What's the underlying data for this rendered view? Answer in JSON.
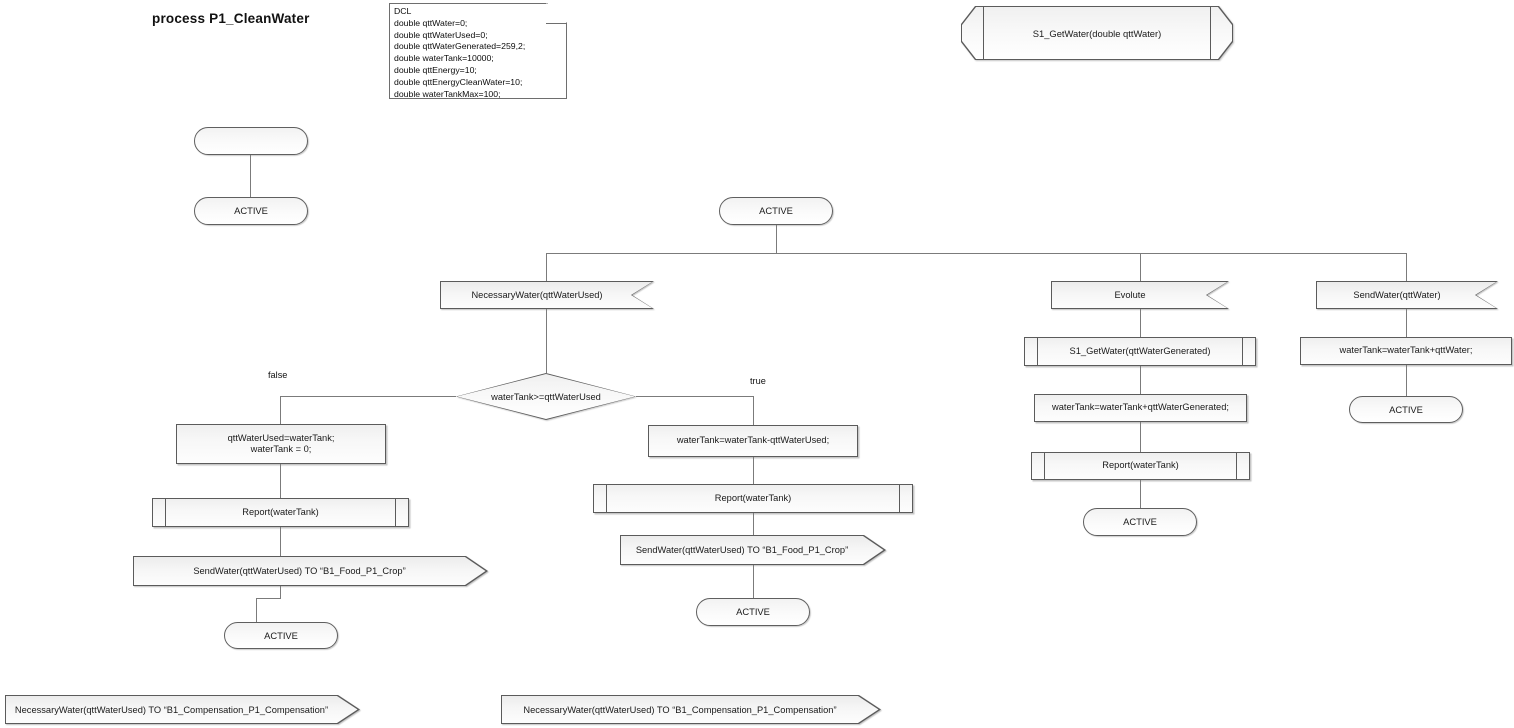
{
  "diagram": {
    "title": "process P1_CleanWater",
    "type": "SDL process diagram"
  },
  "declaration_note": {
    "header": "DCL",
    "lines": [
      "double qttWater=0;",
      "double qttWaterUsed=0;",
      "double qttWaterGenerated=259,2;",
      "double waterTank=10000;",
      "double qttEnergy=10;",
      "double qttEnergyCleanWater=10;",
      "double waterTankMax=100;"
    ],
    "text": "DCL\ndouble qttWater=0;\ndouble qttWaterUsed=0;\ndouble qttWaterGenerated=259,2;\ndouble waterTank=10000;\ndouble qttEnergy=10;\ndouble qttEnergyCleanWater=10;\ndouble waterTankMax=100;"
  },
  "procedure_declaration": {
    "label": "S1_GetWater(double qttWater)"
  },
  "left_stub": {
    "start_label": "",
    "state_label": "ACTIVE"
  },
  "main": {
    "start_state": "ACTIVE",
    "branches": {
      "necessary_water": {
        "input_signal": "NecessaryWater(qttWaterUsed)",
        "decision": "waterTank>=qttWaterUsed",
        "label_false": "false",
        "label_true": "true",
        "false_path": {
          "task": "qttWaterUsed=waterTank;\nwaterTank = 0;",
          "task_line1": "qttWaterUsed=waterTank;",
          "task_line2": "waterTank = 0;",
          "procedure": "Report(waterTank)",
          "output": "SendWater(qttWaterUsed) TO “B1_Food_P1_Crop”",
          "next_state": "ACTIVE"
        },
        "true_path": {
          "task": "waterTank=waterTank-qttWaterUsed;",
          "procedure": "Report(waterTank)",
          "output": "SendWater(qttWaterUsed) TO “B1_Food_P1_Crop”",
          "next_state": "ACTIVE"
        }
      },
      "evolute": {
        "input_signal": "Evolute",
        "procedure_call": "S1_GetWater(qttWaterGenerated)",
        "task": "waterTank=waterTank+qttWaterGenerated;",
        "procedure": "Report(waterTank)",
        "next_state": "ACTIVE"
      },
      "send_water": {
        "input_signal": "SendWater(qttWater)",
        "task": "waterTank=waterTank+qttWater;",
        "next_state": "ACTIVE"
      }
    }
  },
  "detached_outputs": [
    {
      "label": "NecessaryWater(qttWaterUsed) TO “B1_Compensation_P1_Compensation”"
    },
    {
      "label": "NecessaryWater(qttWaterUsed) TO “B1_Compensation_P1_Compensation”"
    }
  ],
  "colors": {
    "shape_border": "#5b5b5b",
    "connector": "#7b7b7b",
    "shape_fill_top": "#efefef",
    "shape_fill_bottom": "#ffffff",
    "text": "#1a1a1a",
    "background": "#ffffff"
  }
}
